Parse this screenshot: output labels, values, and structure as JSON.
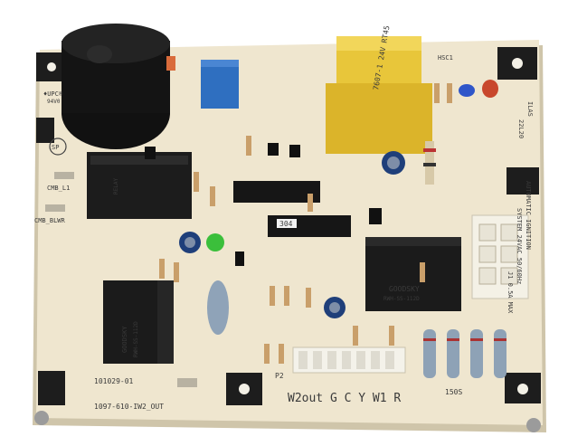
{
  "board": {
    "colors": {
      "pcb": "#efe6cf",
      "pcb_edge": "#d9cfb4",
      "background": "#ffffff",
      "relay_black": "#1c1c1c",
      "transformer_yellow": "#e8c63a",
      "capacitor_blue": "#2f6fc0",
      "led_green": "#3bbf3b"
    },
    "labels": {
      "upc": "♦UPC®",
      "upc_sub": "94V0",
      "csa": "SP",
      "cmb_l1": "CMB_L1",
      "cmb_blwr": "CMB_BLWR",
      "part_number": "101029-01",
      "model_number": "1097-610-IW2_OUT",
      "chip_label": "304",
      "relay_brand_1": "GOODSKY",
      "relay_model_1": "RWH-SS-112D",
      "relay_brand_2": "GOODSKY",
      "relay_model_2": "RWH-SS-112D",
      "connector_p2": "P2",
      "terminal_row": "W2out G C Y W1 R",
      "hsc": "HSC1",
      "resistor_group": "150S",
      "side_text_1": "AUTOMATIC IGNITION",
      "side_text_2": "SYSTEM 24VAC 50/60Hz",
      "side_text_3": "J1 0.5A MAX",
      "ilas_label": "ILAS",
      "rev_label": "22L20"
    }
  }
}
